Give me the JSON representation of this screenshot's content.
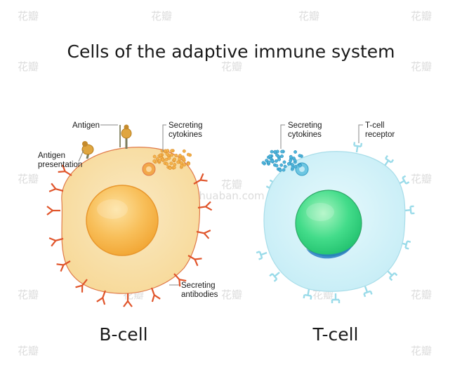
{
  "title": "Cells of the adaptive immune system",
  "cells": {
    "b_cell": {
      "caption": "B-cell",
      "membrane_color": "#f8dfa8",
      "nucleus_color": "#f6b547",
      "receptor_color": "#e0542a",
      "labels": {
        "antigen": "Antigen",
        "antigen_presentation": [
          "Antigen",
          "presentation"
        ],
        "secreting_cytokines": [
          "Secreting",
          "cytokines"
        ],
        "secreting_antibodies": [
          "Secreting",
          "antibodies"
        ]
      }
    },
    "t_cell": {
      "caption": "T-cell",
      "membrane_color": "#d2f1f8",
      "nucleus_color": "#3fd885",
      "receptor_color": "#9adbe9",
      "labels": {
        "secreting_cytokines": [
          "Secreting",
          "cytokines"
        ],
        "t_cell_receptor": [
          "T-cell",
          "receptor"
        ]
      }
    }
  },
  "watermark": {
    "brand": "花瓣",
    "site": "huaban.com"
  }
}
